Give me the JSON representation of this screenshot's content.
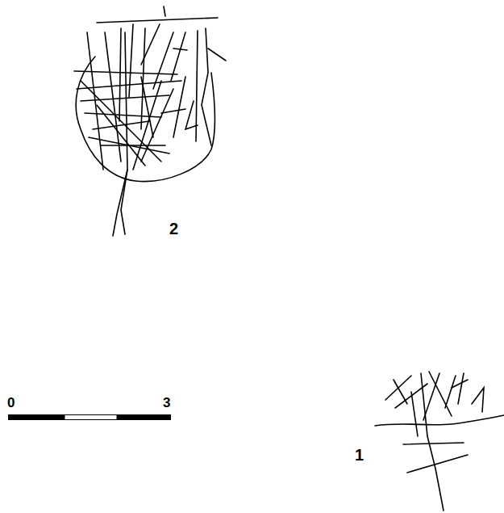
{
  "diagram": {
    "labels": [
      "2",
      "0",
      "3",
      "1"
    ]
  }
}
